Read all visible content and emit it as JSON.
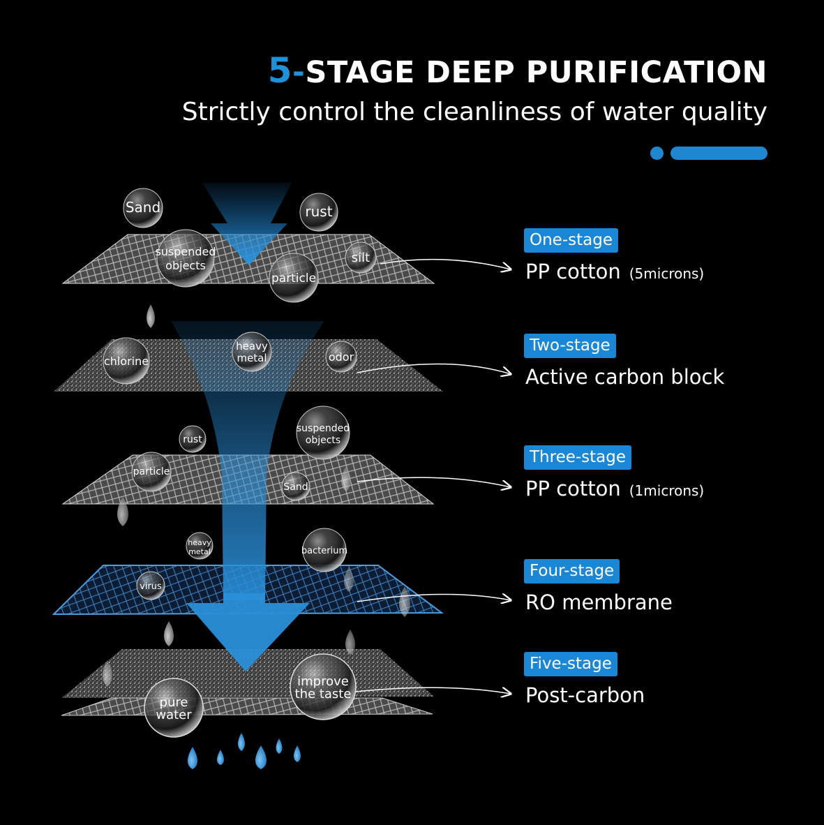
{
  "header": {
    "title_number": "5",
    "title_dash": "-",
    "title_text": "STAGE DEEP PURIFICATION",
    "subtitle": "Strictly control the cleanliness of water quality"
  },
  "colors": {
    "accent": "#1a86d6",
    "background": "#000000"
  },
  "stages": [
    {
      "tag": "One-stage",
      "name": "PP cotton",
      "note": "(5microns)"
    },
    {
      "tag": "Two-stage",
      "name": "Active carbon block",
      "note": ""
    },
    {
      "tag": "Three-stage",
      "name": "PP cotton",
      "note": "(1microns)"
    },
    {
      "tag": "Four-stage",
      "name": "RO membrane",
      "note": ""
    },
    {
      "tag": "Five-stage",
      "name": "Post-carbon",
      "note": ""
    }
  ],
  "bubbles": {
    "layer1": [
      "Sand",
      "rust",
      "suspended",
      "objects",
      "silt",
      "particle"
    ],
    "layer2": [
      "chlorine",
      "heavy",
      "metal",
      "odor"
    ],
    "layer3": [
      "rust",
      "suspended",
      "objects",
      "particle",
      "Sand"
    ],
    "layer4": [
      "heavy",
      "metal",
      "bacterium",
      "virus"
    ],
    "layer5": [
      "improve",
      "the taste",
      "pure",
      "water"
    ]
  }
}
